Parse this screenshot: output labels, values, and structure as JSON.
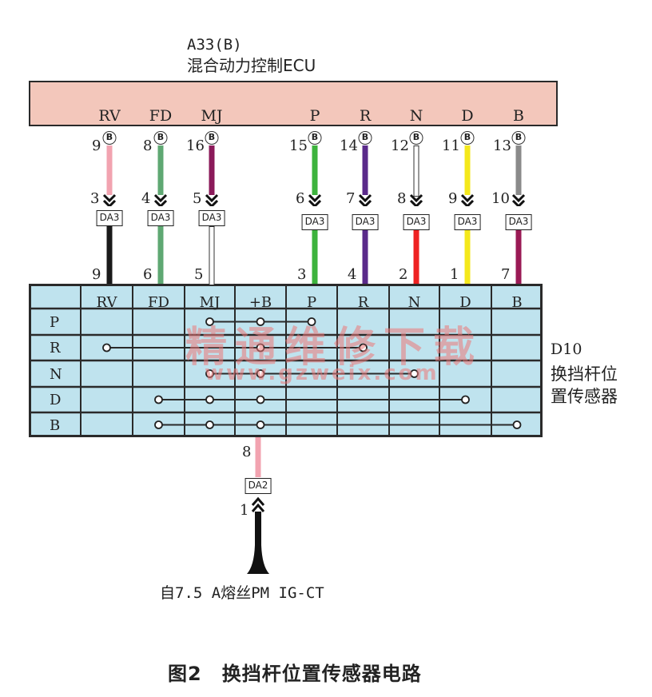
{
  "ecu": {
    "ref": "A33(B)",
    "name": "混合动力控制ECU",
    "connector_mark": "B"
  },
  "ecu_pins": [
    {
      "label": "RV",
      "pin": "9",
      "conn": "3",
      "da": "DA3",
      "sensor_pin": "9",
      "color": "#f2a3b0",
      "color2": "#1a1a1a"
    },
    {
      "label": "FD",
      "pin": "8",
      "conn": "4",
      "da": "DA3",
      "sensor_pin": "6",
      "color": "#5fa873",
      "color2": "#5fa873"
    },
    {
      "label": "MJ",
      "pin": "16",
      "conn": "5",
      "da": "DA3",
      "sensor_pin": "5",
      "color": "#8b1a5a",
      "color2": "hollow"
    },
    {
      "label": "P",
      "pin": "15",
      "conn": "6",
      "da": "DA3",
      "sensor_pin": "3",
      "color": "#3db33d",
      "color2": "#3db33d"
    },
    {
      "label": "R",
      "pin": "14",
      "conn": "7",
      "da": "DA3",
      "sensor_pin": "4",
      "color": "#5a2a8a",
      "color2": "#5a2a8a"
    },
    {
      "label": "N",
      "pin": "12",
      "conn": "8",
      "da": "DA3",
      "sensor_pin": "2",
      "color": "hollow",
      "color2": "#ee2222"
    },
    {
      "label": "D",
      "pin": "11",
      "conn": "9",
      "da": "DA3",
      "sensor_pin": "1",
      "color": "#f4e81c",
      "color2": "#f4e81c"
    },
    {
      "label": "B",
      "pin": "13",
      "conn": "10",
      "da": "DA3",
      "sensor_pin": "7",
      "color": "#8a8a8a",
      "color2": "#9a1a55"
    }
  ],
  "sensor": {
    "ref": "D10",
    "name_lines": [
      "换挡杆位",
      "置传感器"
    ],
    "columns": [
      "RV",
      "FD",
      "MJ",
      "+B",
      "P",
      "R",
      "N",
      "D",
      "B"
    ],
    "rows": [
      "P",
      "R",
      "N",
      "D",
      "B"
    ],
    "connections": [
      {
        "row": "P",
        "cols": [
          "MJ",
          "+B",
          "P"
        ]
      },
      {
        "row": "R",
        "cols": [
          "RV",
          "+B",
          "R"
        ]
      },
      {
        "row": "N",
        "cols": [
          "MJ",
          "+B",
          "N"
        ]
      },
      {
        "row": "D",
        "cols": [
          "FD",
          "MJ",
          "+B",
          "D"
        ]
      },
      {
        "row": "B",
        "cols": [
          "FD",
          "MJ",
          "+B",
          "B"
        ]
      }
    ]
  },
  "supply": {
    "pin": "8",
    "da": "DA2",
    "conn": "1",
    "label": "自7.5 A熔丝PM IG-CT"
  },
  "caption": "图2　换挡杆位置传感器电路",
  "watermark": {
    "line1": "精通维修下载",
    "line2": "www.gzweix.com"
  }
}
